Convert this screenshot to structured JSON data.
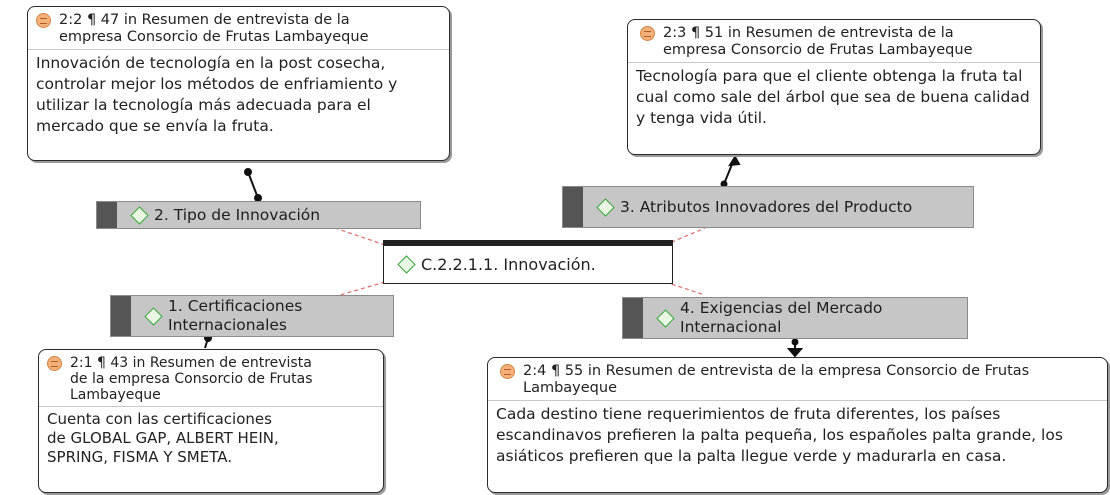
{
  "center": {
    "label": "C.2.2.1.1. Innovación.",
    "icon": "code-group-icon"
  },
  "codes": [
    {
      "label": "2. Tipo de Innovación",
      "icon": "code-icon"
    },
    {
      "label": "3. Atributos Innovadores del Producto",
      "icon": "code-icon"
    },
    {
      "label": "1. Certificaciones Internacionales",
      "icon": "code-icon"
    },
    {
      "label": "4. Exigencias del Mercado Internacional",
      "icon": "code-icon"
    }
  ],
  "quotes": [
    {
      "header": "2:2 ¶ 47 in Resumen de entrevista de la empresa Consorcio de Frutas Lambayeque",
      "text": "Innovación de tecnología en la post cosecha, controlar mejor los métodos de enfriamiento y utilizar la tecnología más adecuada para el mercado que se envía la fruta.",
      "icon": "quotation-icon"
    },
    {
      "header": "2:3 ¶ 51 in Resumen de entrevista de la empresa Consorcio de Frutas Lambayeque",
      "text": "Tecnología para que el cliente obtenga la fruta tal cual como sale del árbol que sea de buena calidad y tenga vida útil.",
      "icon": "quotation-icon"
    },
    {
      "header": "2:1 ¶ 43 in Resumen de entrevista de la empresa Consorcio de Frutas Lambayeque",
      "text": "Cuenta con las certificaciones de GLOBAL GAP, ALBERT HEIN, SPRING, FISMA Y SMETA.",
      "icon": "quotation-icon"
    },
    {
      "header": "2:4 ¶ 55 in Resumen de entrevista de la empresa Consorcio de Frutas Lambayeque",
      "text": "Cada destino tiene requerimientos de fruta diferentes, los países escandinavos prefieren la palta pequeña, los españoles palta grande, los asiáticos prefieren que la palta llegue verde y madurarla en casa.",
      "icon": "quotation-icon"
    }
  ],
  "colors": {
    "quote_icon": "#f3b07a",
    "code_fill": "#c6c6c6",
    "code_bar": "#555555",
    "code_icon": "#3aa33a",
    "link_dashed": "#e06b6b"
  }
}
